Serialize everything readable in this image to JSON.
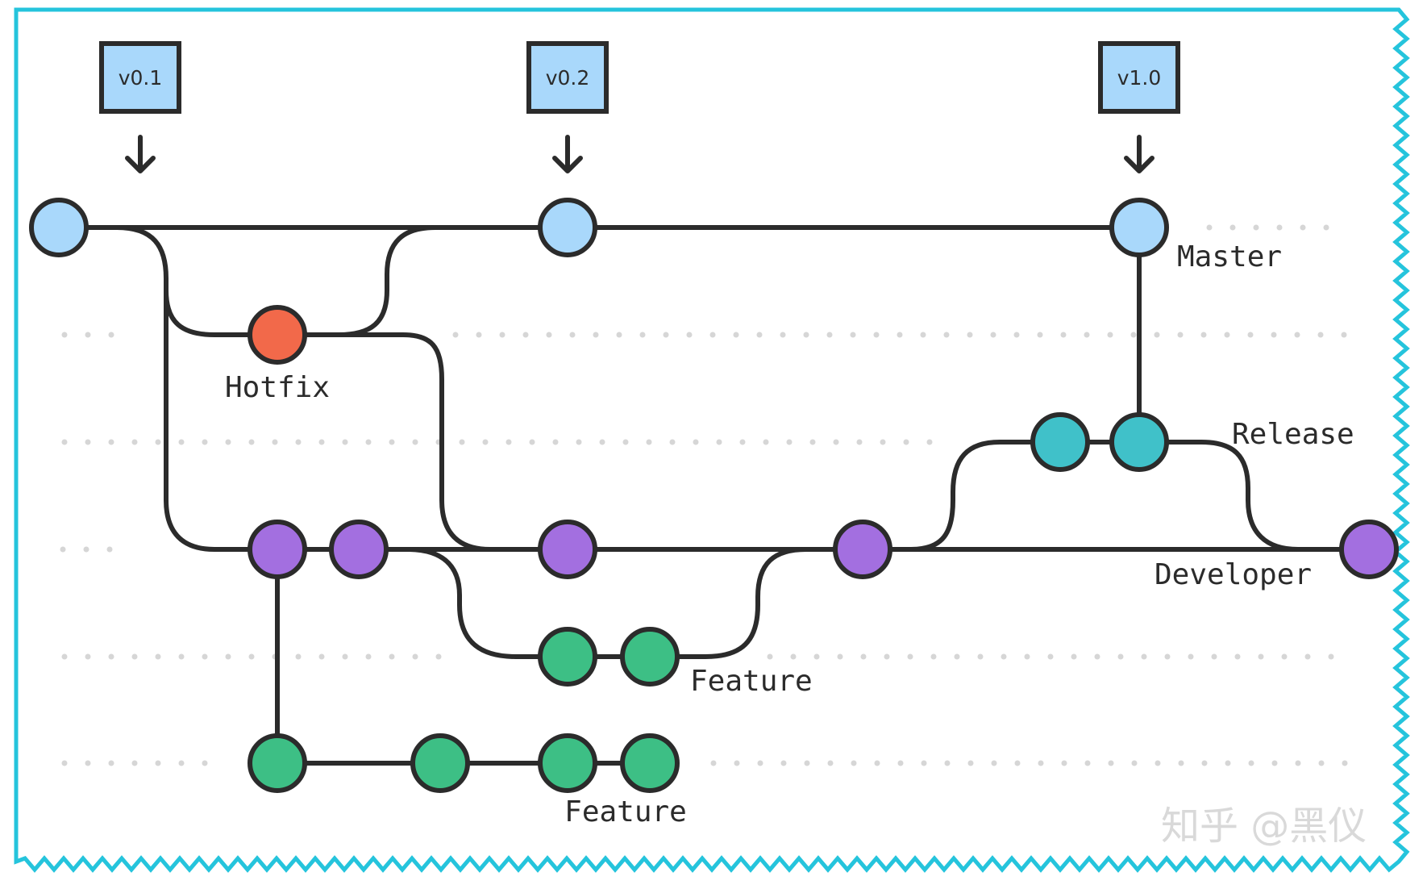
{
  "diagram": {
    "tags": [
      "v0.1",
      "v0.2",
      "v1.0"
    ],
    "branches": {
      "master": "Master",
      "hotfix": "Hotfix",
      "release": "Release",
      "developer": "Developer",
      "feature_1": "Feature",
      "feature_2": "Feature"
    },
    "watermark": "知乎 @黑仪"
  },
  "colors": {
    "master": "#a9d8fb",
    "hotfix": "#f2694a",
    "release": "#40c1c9",
    "developer": "#a36fe0",
    "feature": "#3dbf85",
    "tag_fill": "#a9d8fb",
    "frame": "#25c4dc",
    "line": "#2b2b2b"
  }
}
